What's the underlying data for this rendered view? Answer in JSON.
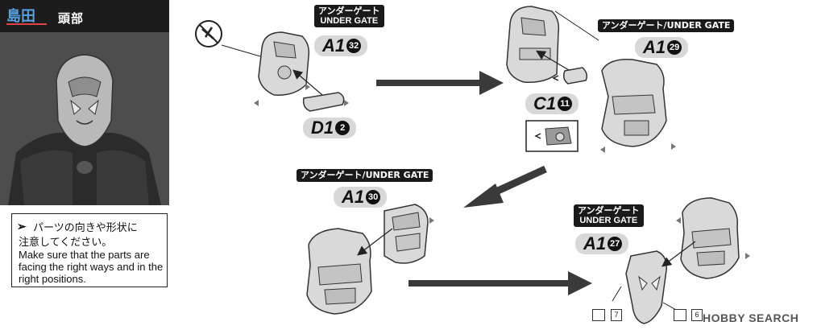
{
  "header": {
    "logo_text": "島田",
    "section_title": "頭部"
  },
  "note": {
    "arrow_glyph": "➢",
    "ja_line1": "パーツの向きや形状に",
    "ja_line2": "注意してください。",
    "en_text": "Make sure that the parts are facing the right ways and in the right positions."
  },
  "steps": [
    {
      "gate_ja": "アンダーゲート",
      "gate_en": "UNDER GATE",
      "part_letter": "A1",
      "part_num": "32"
    },
    {
      "part_letter": "D1",
      "part_num": "2"
    },
    {
      "gate_label": "アンダーゲート/UNDER GATE",
      "part_letter": "A1",
      "part_num": "29"
    },
    {
      "part_letter": "C1",
      "part_num": "11"
    },
    {
      "gate_label": "アンダーゲート/UNDER GATE",
      "part_letter": "A1",
      "part_num": "30"
    },
    {
      "gate_ja": "アンダーゲート",
      "gate_en": "UNDER GATE",
      "part_letter": "A1",
      "part_num": "27"
    }
  ],
  "marker_numbers": {
    "left": "7",
    "right": "6"
  },
  "watermark": {
    "text": "HOBBY SEARCH"
  },
  "colors": {
    "part_fill": "#d9d9d9",
    "part_stroke": "#333333",
    "arrow": "#3a3a3a",
    "panel": "#4a4a4a"
  }
}
